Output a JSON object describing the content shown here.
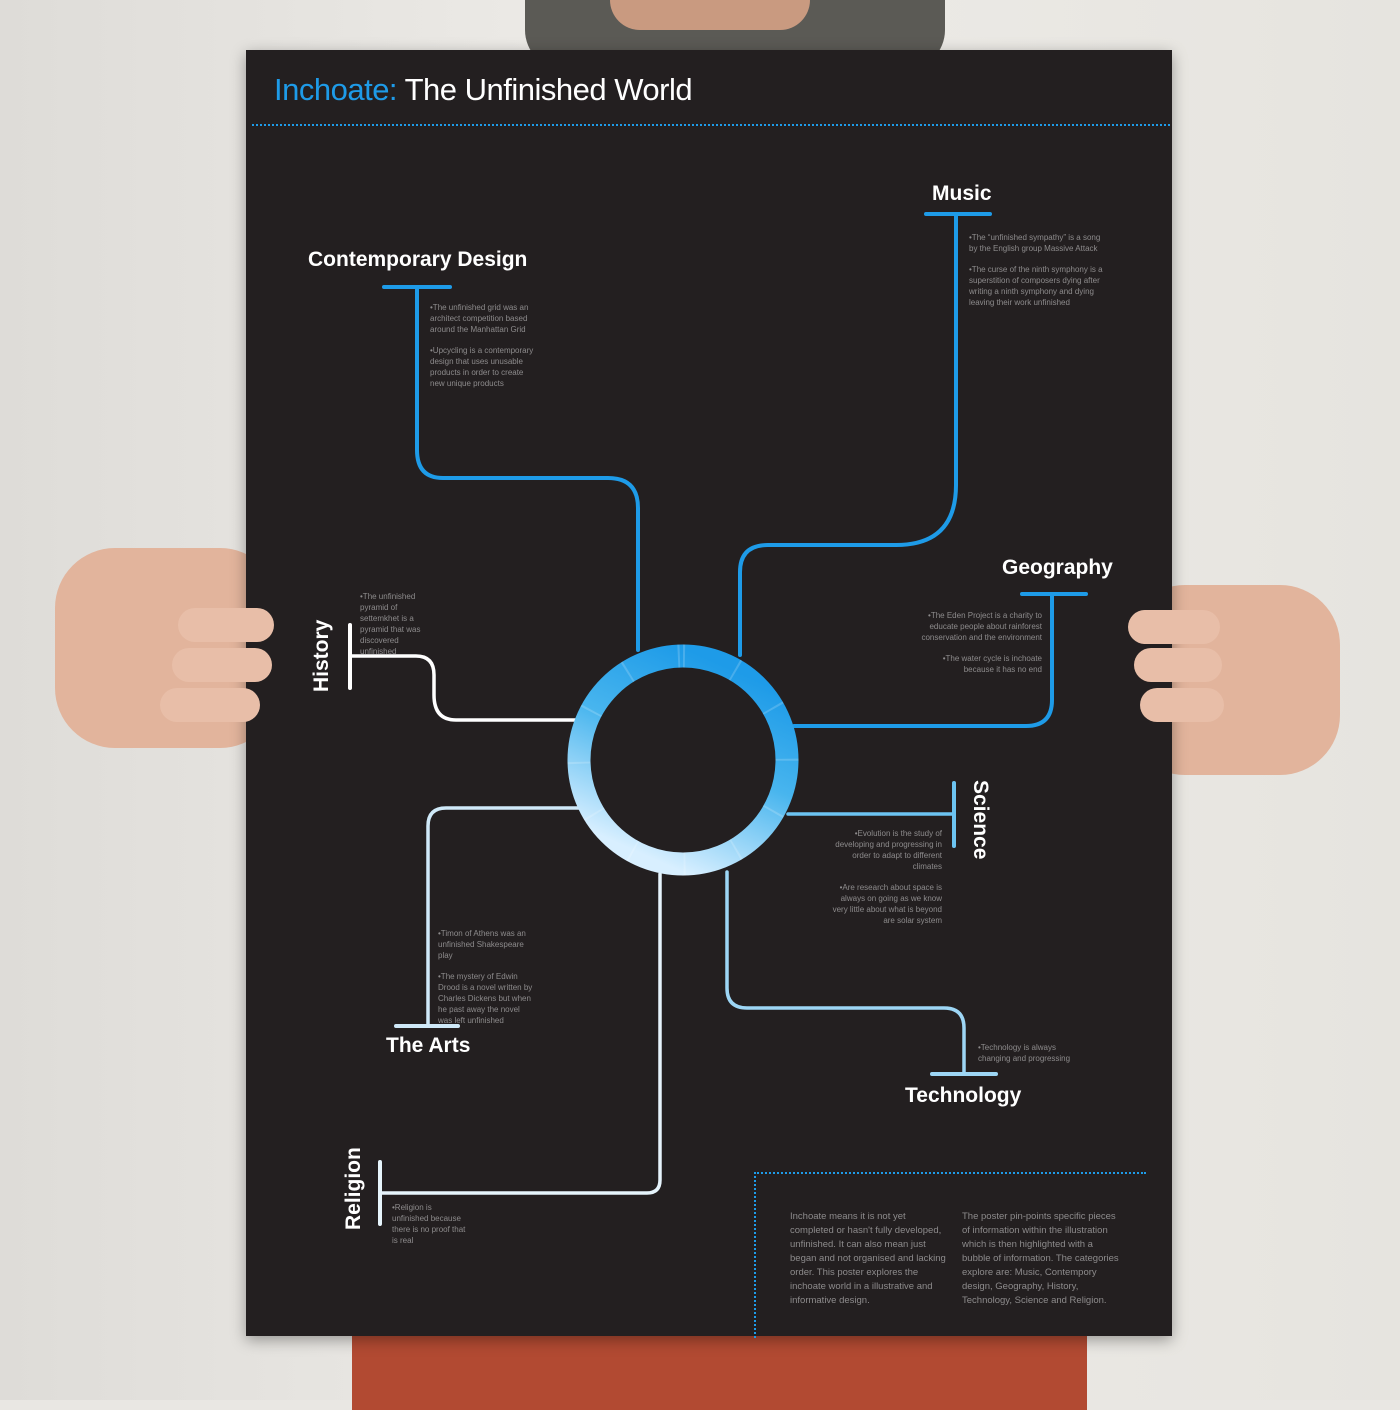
{
  "poster": {
    "title_accent": "Inchoate:",
    "title_rest": "The Unfinished World",
    "colors": {
      "background": "#231f20",
      "accent": "#1e9be8",
      "light": "#bfe3f7",
      "text": "#ffffff",
      "muted": "#8d8b8c"
    }
  },
  "categories": {
    "contemporary_design": {
      "label": "Contemporary Design",
      "notes": [
        "•The unfinished grid was an architect competition based around the Manhattan Grid",
        "•Upcycling is a contemporary design that uses unusable products in order to create new unique products"
      ]
    },
    "music": {
      "label": "Music",
      "notes": [
        "•The “unfinished sympathy” is a song by the English group Massive Attack",
        "•The curse of the ninth symphony is a superstition of composers dying after writing a ninth symphony and dying leaving their work unfinished"
      ]
    },
    "geography": {
      "label": "Geography",
      "notes": [
        "•The Eden Project is a charity to educate people about rainforest conservation and the environment",
        "•The water cycle is inchoate because it has no end"
      ]
    },
    "history": {
      "label": "History",
      "notes": [
        "•The unfinished pyramid of settemkhet is a pyramid that was discovered unfinished"
      ]
    },
    "science": {
      "label": "Science",
      "notes": [
        "•Evolution is the study of developing and progressing in order to adapt to different climates",
        "•Are research about space is always on going as we know very little about what is beyond are solar system"
      ]
    },
    "the_arts": {
      "label": "The Arts",
      "notes": [
        "•Timon of Athens was an unfinished Shakespeare play",
        "•The mystery of Edwin Drood is a novel written by Charles Dickens but when he past away the novel was left unfinished"
      ]
    },
    "technology": {
      "label": "Technology",
      "notes": [
        "•Technology is always changing and progressing"
      ]
    },
    "religion": {
      "label": "Religion",
      "notes": [
        "•Religion is unfinished because there is no proof that is real"
      ]
    }
  },
  "info": {
    "col1": "Inchoate means it is not yet completed or hasn't fully developed, unfinished. It can also mean just began and not organised and lacking order. This poster explores the inchoate world in a illustrative and informative design.",
    "col2": "The poster pin-points specific pieces of information within the illustration which is then highlighted with a bubble of information. The categories explore are: Music, Contempory design, Geography, History, Technology, Science and Religion."
  }
}
